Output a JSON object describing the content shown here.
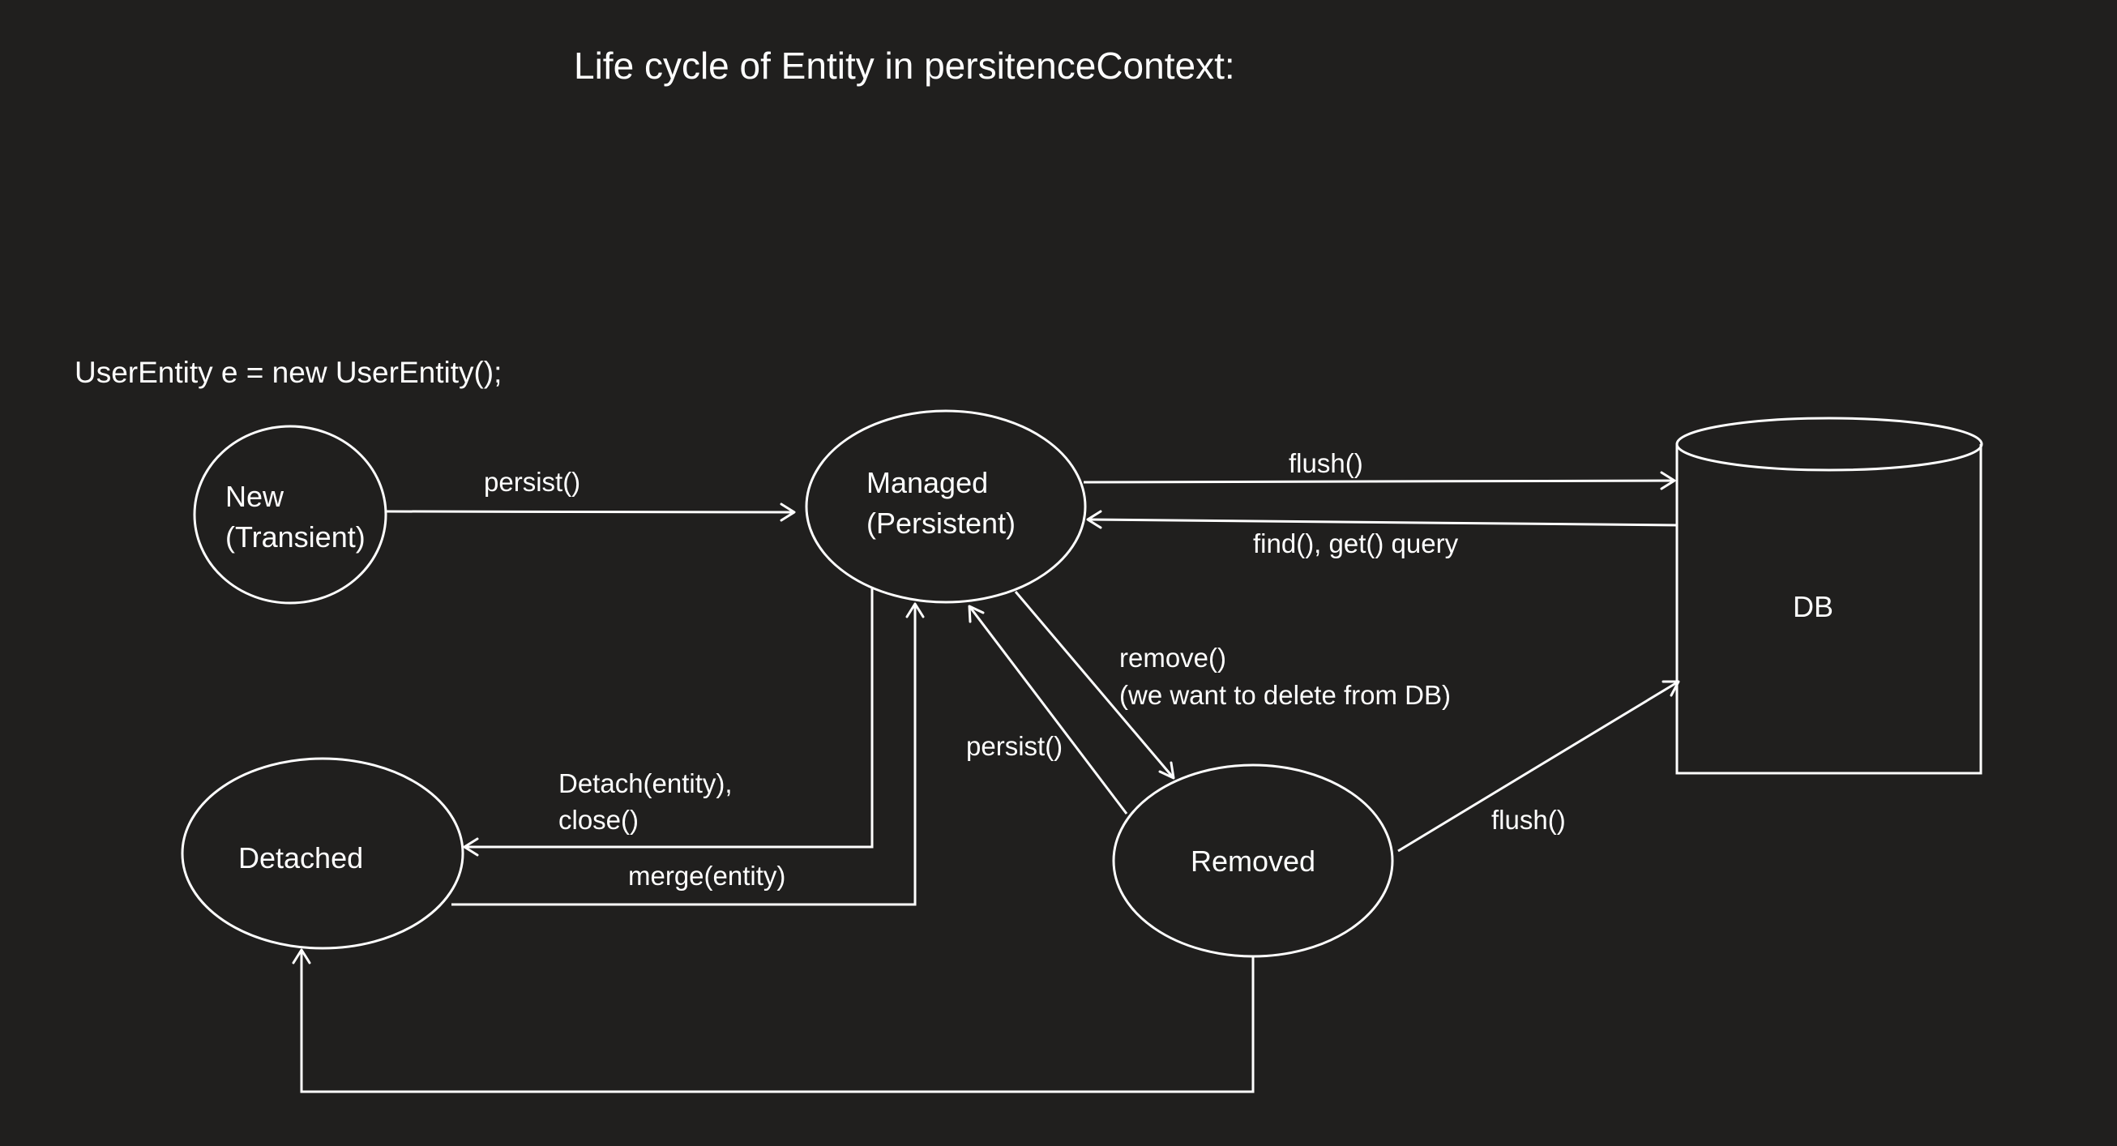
{
  "title": "Life cycle of Entity in persitenceContext:",
  "code_line": "UserEntity e = new UserEntity();",
  "nodes": {
    "new": {
      "line1": "New",
      "line2": "(Transient)"
    },
    "managed": {
      "line1": "Managed",
      "line2": "(Persistent)"
    },
    "detached": {
      "label": "Detached"
    },
    "removed": {
      "label": "Removed"
    },
    "db": {
      "label": "DB"
    }
  },
  "edges": {
    "persist_new_managed": "persist()",
    "flush_managed_db": "flush()",
    "find_db_managed": "find(), get() query",
    "remove": {
      "line1": "remove()",
      "line2": "(we want to delete from DB)"
    },
    "persist_removed_managed": "persist()",
    "detach": {
      "line1": "Detach(entity),",
      "line2": " close()"
    },
    "merge": "merge(entity)",
    "flush_removed_db": "flush()"
  }
}
